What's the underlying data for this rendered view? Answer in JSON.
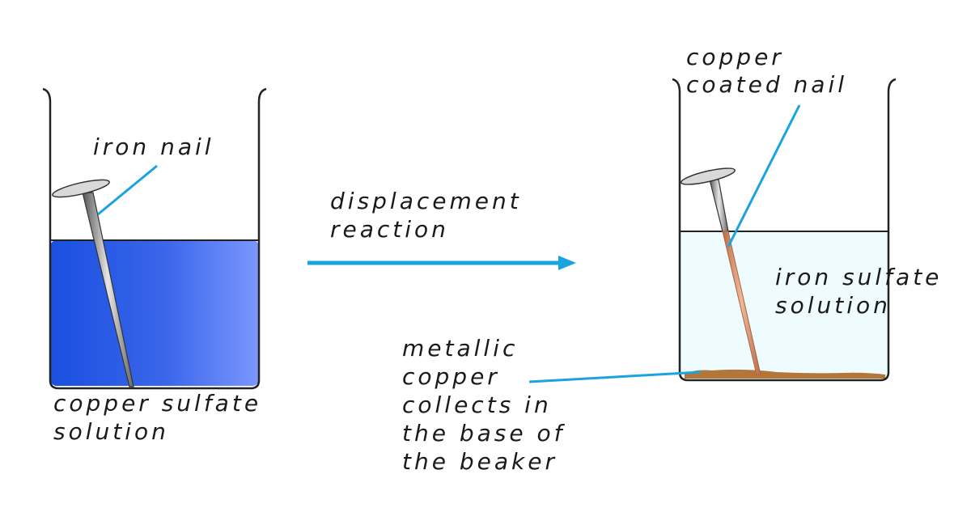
{
  "colors": {
    "leader_line": "#1aa3e0",
    "arrow": "#1aa3e0",
    "copper_sulfate_light": "#7b97ff",
    "copper_sulfate_dark": "#1a4fe0",
    "iron_sulfate": "#eefcff",
    "copper_deposit": "#b3763a",
    "beaker_outline": "#222222"
  },
  "left_beaker": {
    "nail_label": "iron nail",
    "solution_label": [
      "copper sulfate",
      "solution"
    ]
  },
  "reaction": {
    "label": [
      "displacement",
      "reaction"
    ]
  },
  "right_beaker": {
    "nail_label": [
      "copper",
      "coated nail"
    ],
    "solution_label": [
      "iron sulfate",
      "solution"
    ],
    "deposit_label": [
      "metallic",
      "copper",
      "collects in",
      "the base of",
      "the beaker"
    ]
  }
}
